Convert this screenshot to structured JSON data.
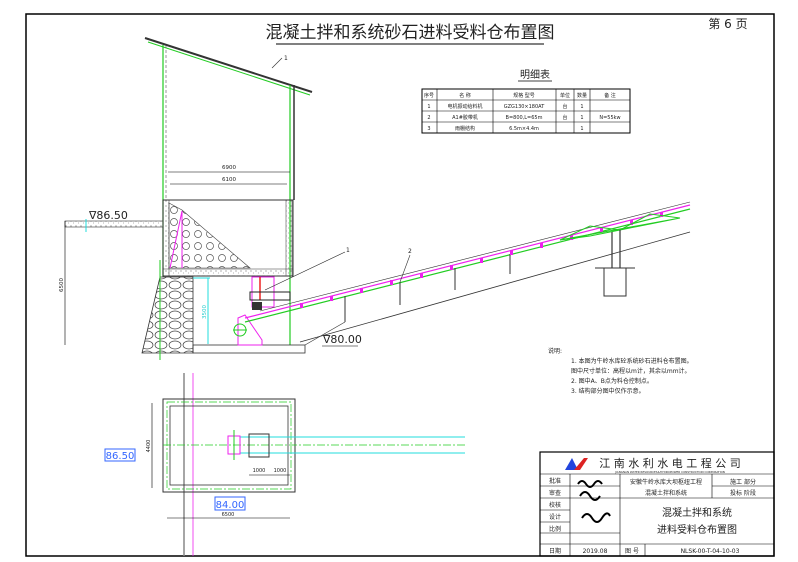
{
  "title": "混凝土拌和系统砂石进料受料仓布置图",
  "page_label": "第 6 页",
  "bom": {
    "title": "明细表",
    "headers": [
      "序号",
      "名  称",
      "规格  型号",
      "单位",
      "数量",
      "备  注"
    ],
    "rows": [
      [
        "1",
        "电机振动给料机",
        "GZG130×180AT",
        "台",
        "1",
        ""
      ],
      [
        "2",
        "A1#胶带机",
        "B=800,L=65m",
        "台",
        "1",
        "N=55kw"
      ],
      [
        "3",
        "雨棚结构",
        "6.5m×4.4m",
        "",
        "1",
        ""
      ]
    ]
  },
  "notes": {
    "heading": "说明:",
    "lines": [
      "1. 本图为牛岭水库砼系统砂石进料仓布置图。",
      "图中尺寸单位：高程以m计，其余以mm计。",
      "2. 图中A、B点为料仓控制点。",
      "3. 结构部分图中仅作示意。"
    ]
  },
  "elevation": {
    "dim_6900": "6900",
    "dim_6100": "6100",
    "level_top": "∇86.50",
    "level_bottom": "∇80.00",
    "dim_height": "6500",
    "dim_inner": "3500",
    "callout_roof": "1",
    "callout_feeder": "1",
    "callout_conveyor": "2"
  },
  "plan": {
    "level_a": "86.50",
    "level_b": "84.00",
    "dim_width": "4400",
    "dim_length": "6500",
    "dim_1000a": "1000",
    "dim_1000b": "1000"
  },
  "title_block": {
    "company": "江 南 水 利 水 电 工 程 公 司",
    "company_en": "JIANGNAN WATER RESOURCES&HYDROPOWER CONSTRUCTION CORPORATION",
    "approve": "批准",
    "review": "审查",
    "check": "校核",
    "design": "设计",
    "scale": "比例",
    "date_label": "日期",
    "date": "2019.08",
    "project_line1": "安徽牛岭水库大坝枢纽工程",
    "project_line2": "混凝土拌和系统",
    "phase1": "施工  部分",
    "phase2": "投标  阶段",
    "drawing_line1": "混凝土拌和系统",
    "drawing_line2": "进料受料仓布置图",
    "drawing_no_label": "图 号",
    "drawing_no": "NLSK-00-T-04-10-03"
  },
  "colors": {
    "green": "#22cc22",
    "magenta": "#ee22ee",
    "cyan": "#22dddd",
    "blue": "#3366ff"
  }
}
